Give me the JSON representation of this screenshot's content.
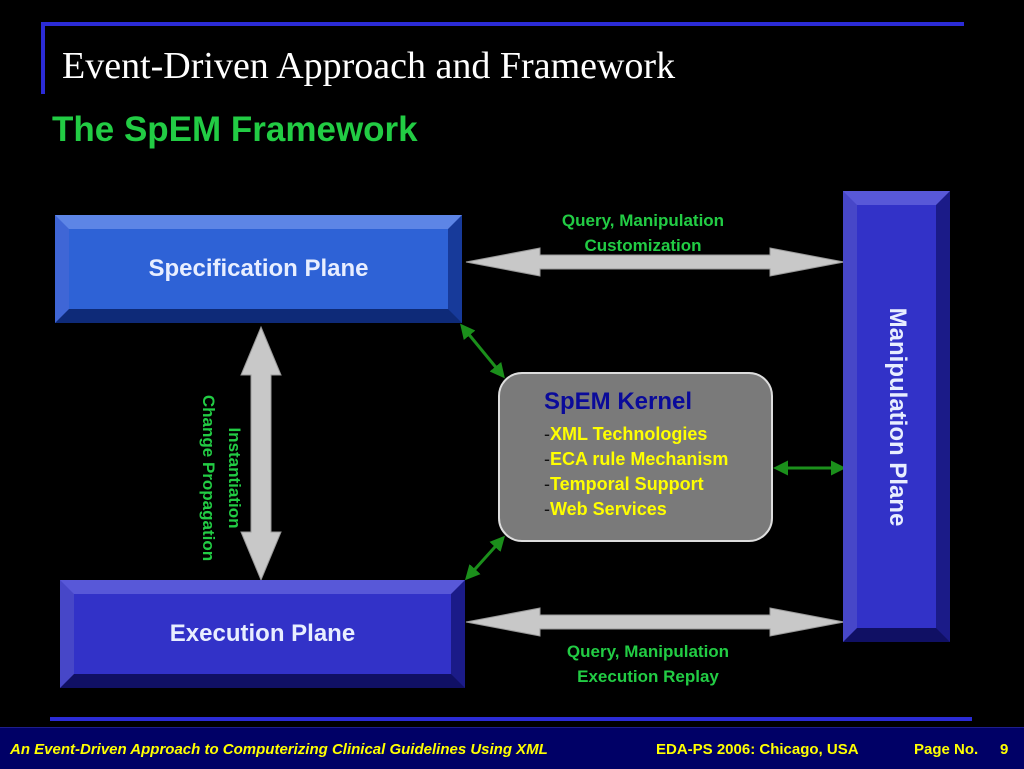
{
  "slide": {
    "title": "Event-Driven Approach and Framework",
    "subtitle": "The SpEM Framework"
  },
  "planes": {
    "specification": "Specification Plane",
    "execution": "Execution Plane",
    "manipulation": "Manipulation Plane"
  },
  "kernel": {
    "title": "SpEM Kernel",
    "items": [
      "XML Technologies",
      "ECA rule Mechanism",
      "Temporal Support",
      "Web Services"
    ],
    "bullet": "-"
  },
  "arrow_labels": {
    "top": [
      "Query, Manipulation",
      "Customization"
    ],
    "bottom": [
      "Query, Manipulation",
      "Execution Replay"
    ],
    "vertical": [
      "Instantiation",
      "Change Propagation"
    ]
  },
  "footer": {
    "left": "An Event-Driven Approach to Computerizing Clinical Guidelines Using XML",
    "middle": "EDA-PS 2006: Chicago, USA",
    "page_label": "Page No.",
    "page_number": "9"
  },
  "colors": {
    "accent_rule": "#2b2bd6",
    "subtitle_green": "#22cc44",
    "kernel_item_yellow": "#ffff00",
    "kernel_title_blue": "#0a0a9a",
    "arrow_grey": "#c8c8c8",
    "connector_green": "#1b8f1b"
  }
}
